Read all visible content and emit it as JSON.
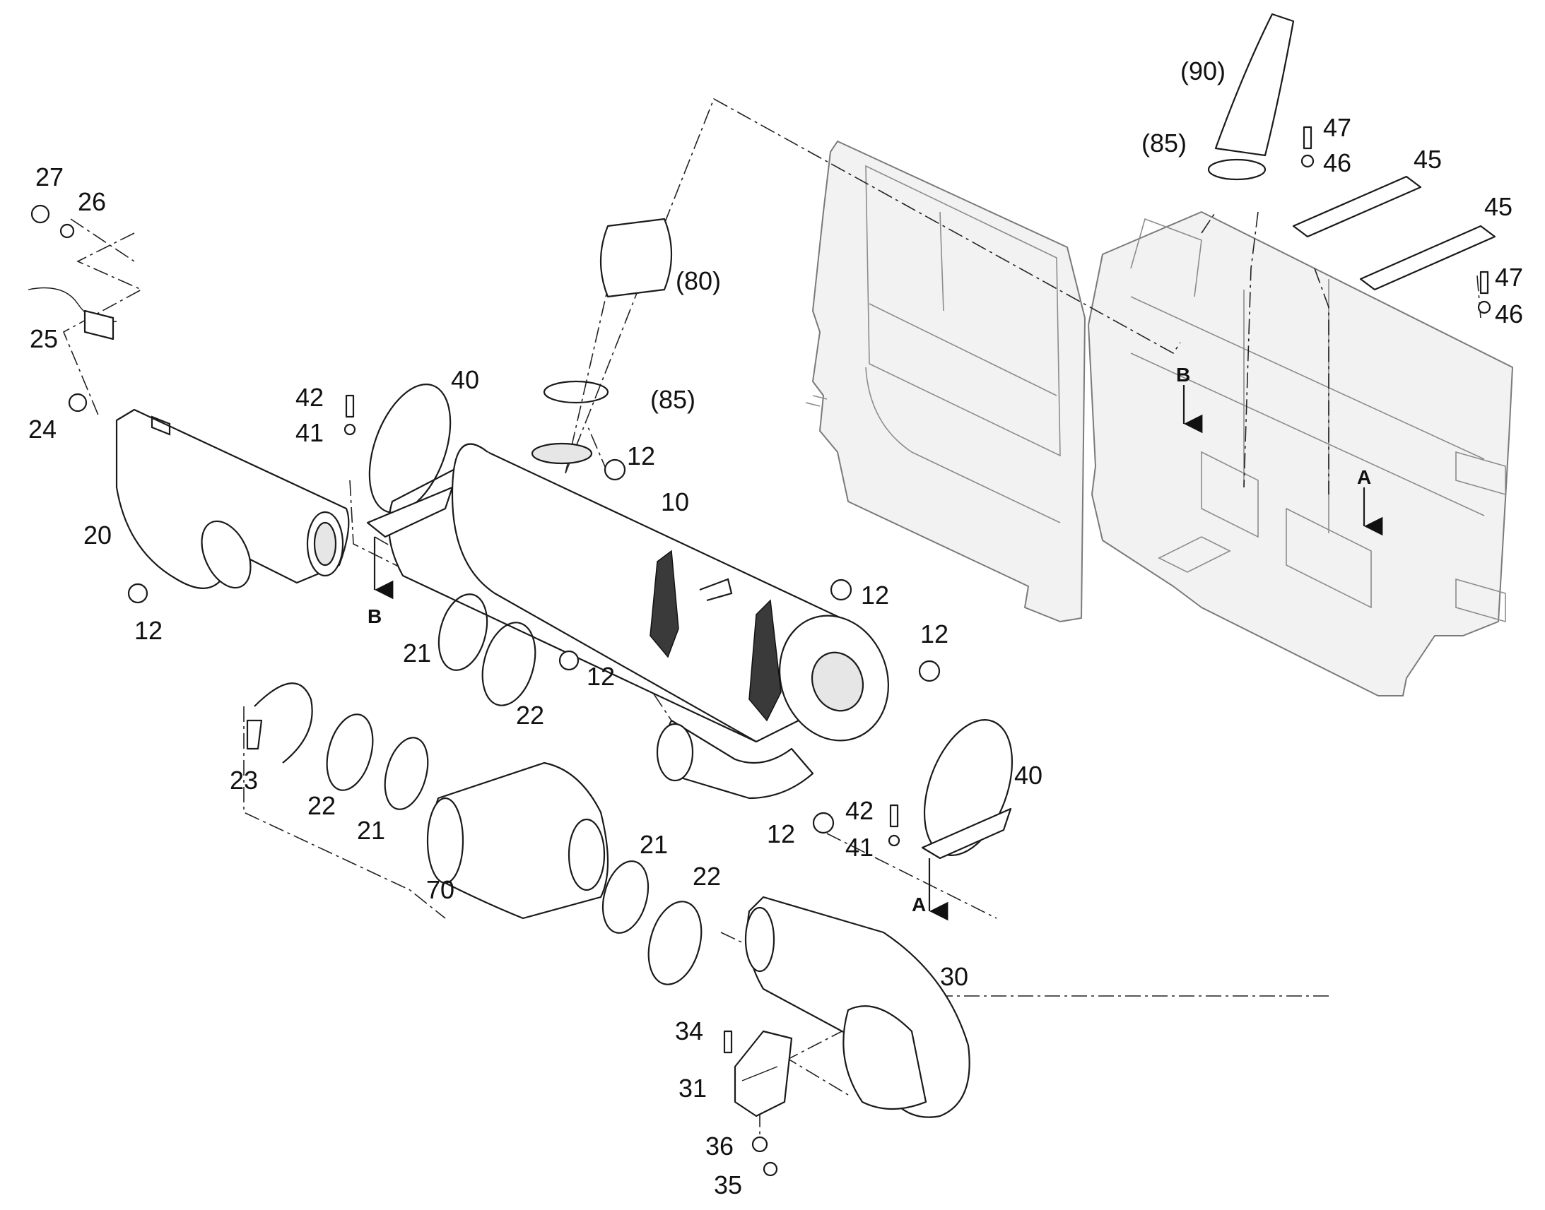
{
  "callouts": {
    "c10": "10",
    "c12a": "12",
    "c12b": "12",
    "c12c": "12",
    "c12d": "12",
    "c12e": "12",
    "c12f": "12",
    "c20": "20",
    "c21a": "21",
    "c21b": "21",
    "c21c": "21",
    "c22a": "22",
    "c22b": "22",
    "c22c": "22",
    "c23": "23",
    "c24": "24",
    "c25": "25",
    "c26": "26",
    "c27": "27",
    "c30": "30",
    "c31": "31",
    "c34": "34",
    "c35": "35",
    "c36": "36",
    "c40a": "40",
    "c40b": "40",
    "c41a": "41",
    "c41b": "41",
    "c42a": "42",
    "c42b": "42",
    "c45a": "45",
    "c45b": "45",
    "c46a": "46",
    "c46b": "46",
    "c47a": "47",
    "c47b": "47",
    "c70": "70",
    "c80": "(80)",
    "c85a": "(85)",
    "c85b": "(85)",
    "c90": "(90)"
  },
  "view_arrows": {
    "a1": "A",
    "a2": "A",
    "b1": "B",
    "b2": "B"
  }
}
